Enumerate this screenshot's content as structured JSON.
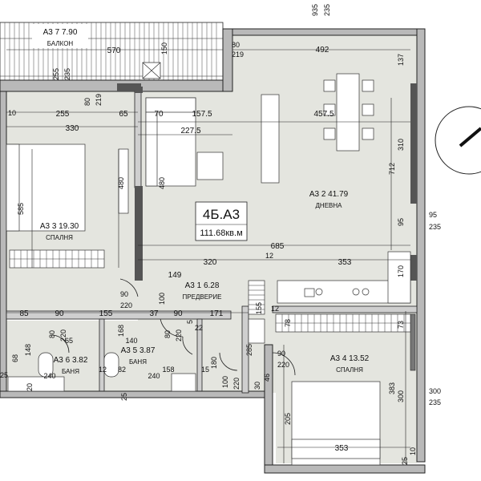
{
  "plan": {
    "apartment_code": "4Б.А3",
    "apartment_area": "111.68кв.м"
  },
  "rooms": [
    {
      "code": "А3 7 7.90",
      "name": "БАЛКОН"
    },
    {
      "code": "А3 2 41.79",
      "name": "ДНЕВНА"
    },
    {
      "code": "А3 3 19.30",
      "name": "СПАЛНЯ"
    },
    {
      "code": "А3 1  6.28",
      "name": "ПРЕДВЕРИЕ"
    },
    {
      "code": "А3 6 3.82",
      "name": "БАНЯ"
    },
    {
      "code": "А3 5 3.87",
      "name": "БАНЯ"
    },
    {
      "code": "А3 4 13.52",
      "name": "СПАЛНЯ"
    }
  ],
  "dimensions": {
    "top_935": "935",
    "top_235": "235",
    "d570": "570",
    "d150": "150",
    "d80a": "80",
    "d219a": "219",
    "d492": "492",
    "d137": "137",
    "d255v": "255",
    "d235v": "235",
    "d80b": "80",
    "d219b": "219",
    "d10": "10",
    "d255": "255",
    "d65": "65",
    "d70": "70",
    "d1575": "157.5",
    "d4575": "457.5",
    "d330": "330",
    "d2275": "227.5",
    "d310": "310",
    "d712": "712",
    "d480a": "480",
    "d480b": "480",
    "d585": "585",
    "d95a": "95",
    "d95b": "95",
    "d235b": "235",
    "d685": "685",
    "d12a": "12",
    "d320": "320",
    "d353a": "353",
    "d149": "149",
    "d170": "170",
    "d90a": "90",
    "d220a": "220",
    "d100a": "100",
    "d85": "85",
    "d90b": "90",
    "d155": "155",
    "d37": "37",
    "d90c": "90",
    "d22": "22",
    "d171": "171",
    "d155v": "155",
    "d12b": "12",
    "d73": "73",
    "d78": "78",
    "d80c": "80",
    "d220b": "220",
    "d65b": "65",
    "d168": "168",
    "d140": "140",
    "d80d": "80",
    "d220c": "220",
    "d5": "5",
    "d148": "148",
    "d68": "68",
    "d25a": "25",
    "d20": "20",
    "d240a": "240",
    "d12c": "12",
    "d82": "82",
    "d158": "158",
    "d15": "15",
    "d240b": "240",
    "d25b": "25",
    "d180": "180",
    "d285": "285",
    "d100b": "100",
    "d220d": "220",
    "d30": "30",
    "d46": "46",
    "d90d": "90",
    "d220e": "220",
    "d383": "383",
    "d300a": "300",
    "d300b": "300",
    "d235c": "235",
    "d205": "205",
    "d353b": "353",
    "d25c": "25",
    "d10b": "10"
  },
  "colors": {
    "room_fill": "#e4e5df",
    "wall_fill": "#b9b9b9",
    "line": "#222222"
  }
}
